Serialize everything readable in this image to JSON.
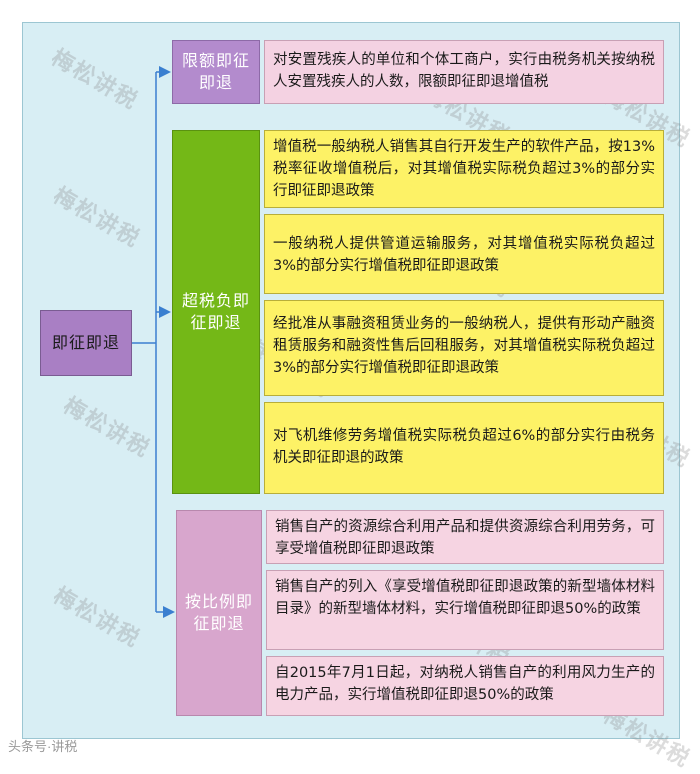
{
  "root": {
    "label": "即征即退"
  },
  "branches": [
    {
      "label": "限额即征即退",
      "items": [
        "对安置残疾人的单位和个体工商户，实行由税务机关按纳税人安置残疾人的人数，限额即征即退增值税"
      ]
    },
    {
      "label": "超税负即征即退",
      "items": [
        "增值税一般纳税人销售其自行开发生产的软件产品，按13%税率征收增值税后，对其增值税实际税负超过3%的部分实行即征即退政策",
        "一般纳税人提供管道运输服务，对其增值税实际税负超过3%的部分实行增值税即征即退政策",
        "经批准从事融资租赁业务的一般纳税人，提供有形动产融资租赁服务和融资性售后回租服务，对其增值税实际税负超过3%的部分实行增值税即征即退政策",
        "对飞机维修劳务增值税实际税负超过6%的部分实行由税务机关即征即退的政策"
      ]
    },
    {
      "label": "按比例即征即退",
      "items": [
        "销售自产的资源综合利用产品和提供资源综合利用劳务，可享受增值税即征即退政策",
        "销售自产的列入《享受增值税即征即退政策的新型墙体材料目录》的新型墙体材料，实行增值税即征即退50%的政策",
        "自2015年7月1日起，对纳税人销售自产的利用风力生产的电力产品，实行增值税即征即退50%的政策"
      ]
    }
  ],
  "watermark": "梅松讲税",
  "credit": "头条号·讲税",
  "colors": {
    "panel": "#d8eef4",
    "connector": "#3a7fd0",
    "root": "#a97fc4",
    "cat1": "#b38bcd",
    "cat2": "#74b817",
    "cat3": "#d8a6cd",
    "leaf_pink": "#f4d2e2",
    "leaf_yellow": "#fdf266"
  }
}
